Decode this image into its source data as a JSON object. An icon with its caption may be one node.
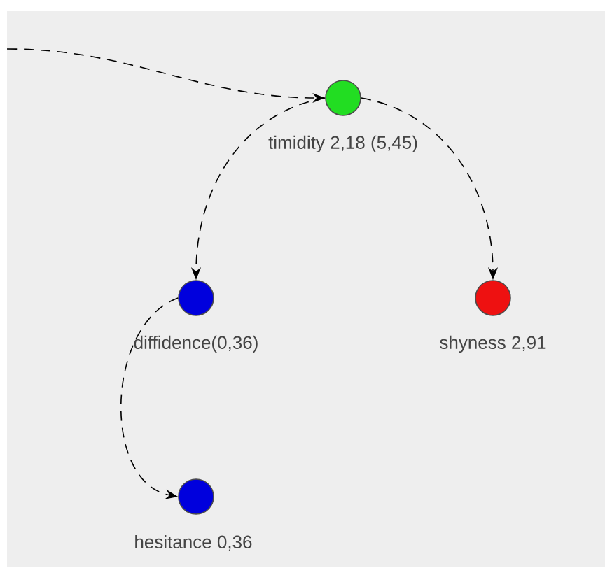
{
  "diagram": {
    "nodes": [
      {
        "text": [
          "timidity 2,18 (5,45)"
        ]
      },
      {
        "text": [
          "diffidence(0,36)"
        ]
      },
      {
        "text": [
          "shyness 2,91"
        ]
      },
      {
        "text": [
          "hesitance 0,36"
        ]
      }
    ],
    "edges": [
      {
        "from": null,
        "to": 0,
        "arrow": "to",
        "style": "dashed"
      },
      {
        "from": 0,
        "to": 1,
        "arrow": "to",
        "style": "dashed"
      },
      {
        "from": 0,
        "to": 2,
        "arrow": "to",
        "style": "dashed"
      },
      {
        "from": 1,
        "to": 3,
        "arrow": "to",
        "style": "dashed"
      }
    ]
  }
}
